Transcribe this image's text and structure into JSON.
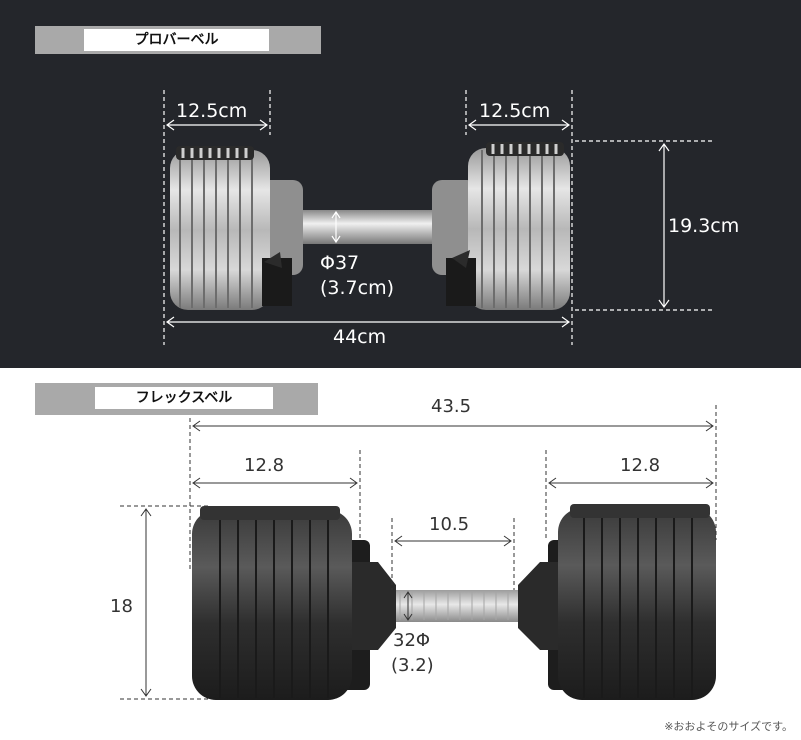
{
  "pro_barbell": {
    "label": "プロバーベル",
    "plate_width_left": "12.5cm",
    "plate_width_right": "12.5cm",
    "height": "19.3cm",
    "grip_diameter": "Φ37",
    "grip_diameter_cm": "(3.7cm)",
    "total_length": "44cm"
  },
  "flex_bell": {
    "label": "フレックスベル",
    "total_length": "43.5",
    "plate_width_left": "12.8",
    "plate_width_right": "12.8",
    "grip_length": "10.5",
    "height": "18",
    "grip_diameter": "32Φ",
    "grip_diameter_cm": "(3.2)"
  },
  "footnote": "※おおよそのサイズです。",
  "colors": {
    "top_background": "#24262b",
    "label_bar": "#a9a9a9"
  }
}
